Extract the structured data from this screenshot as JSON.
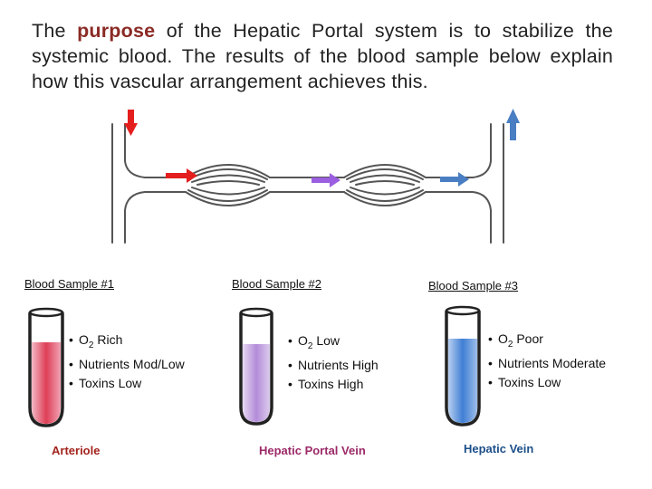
{
  "intro": {
    "before": "The ",
    "purpose_word": "purpose",
    "after": " of the Hepatic Portal system is to stabilize the systemic blood. The results of the blood sample below explain how this vascular arrangement achieves this."
  },
  "colors": {
    "arteriole": "#e41d1d",
    "portal": "#9b5ee0",
    "hepatic": "#4a7ec2",
    "purpose_text": "#8b2a24",
    "arteriole_label": "#a3241d",
    "portal_label": "#9c2a68",
    "hepatic_label": "#1d4f8a"
  },
  "arrows": [
    {
      "name": "arteriole-down-arrow",
      "direction": "down"
    },
    {
      "name": "arteriole-right-arrow",
      "direction": "right"
    },
    {
      "name": "portal-right-arrow",
      "direction": "right"
    },
    {
      "name": "hepatic-right-arrow",
      "direction": "right"
    },
    {
      "name": "hepatic-up-arrow",
      "direction": "up"
    }
  ],
  "samples": [
    {
      "label": "Blood Sample #1",
      "o2": "Rich",
      "nutrients": "Nutrients Mod/Low",
      "toxins": "Toxins Low",
      "vessel": "Arteriole",
      "fill_color": "#e0485e"
    },
    {
      "label": "Blood Sample #2",
      "o2": "Low",
      "nutrients": "Nutrients High",
      "toxins": "Toxins High",
      "vessel": "Hepatic Portal Vein",
      "fill_color": "#b48fd8"
    },
    {
      "label": "Blood Sample #3",
      "o2": "Poor",
      "nutrients": "Nutrients Moderate",
      "toxins": "Toxins Low",
      "vessel": "Hepatic Vein",
      "fill_color": "#4d86d6"
    }
  ],
  "o2_prefix": "O",
  "o2_subscript": "2"
}
